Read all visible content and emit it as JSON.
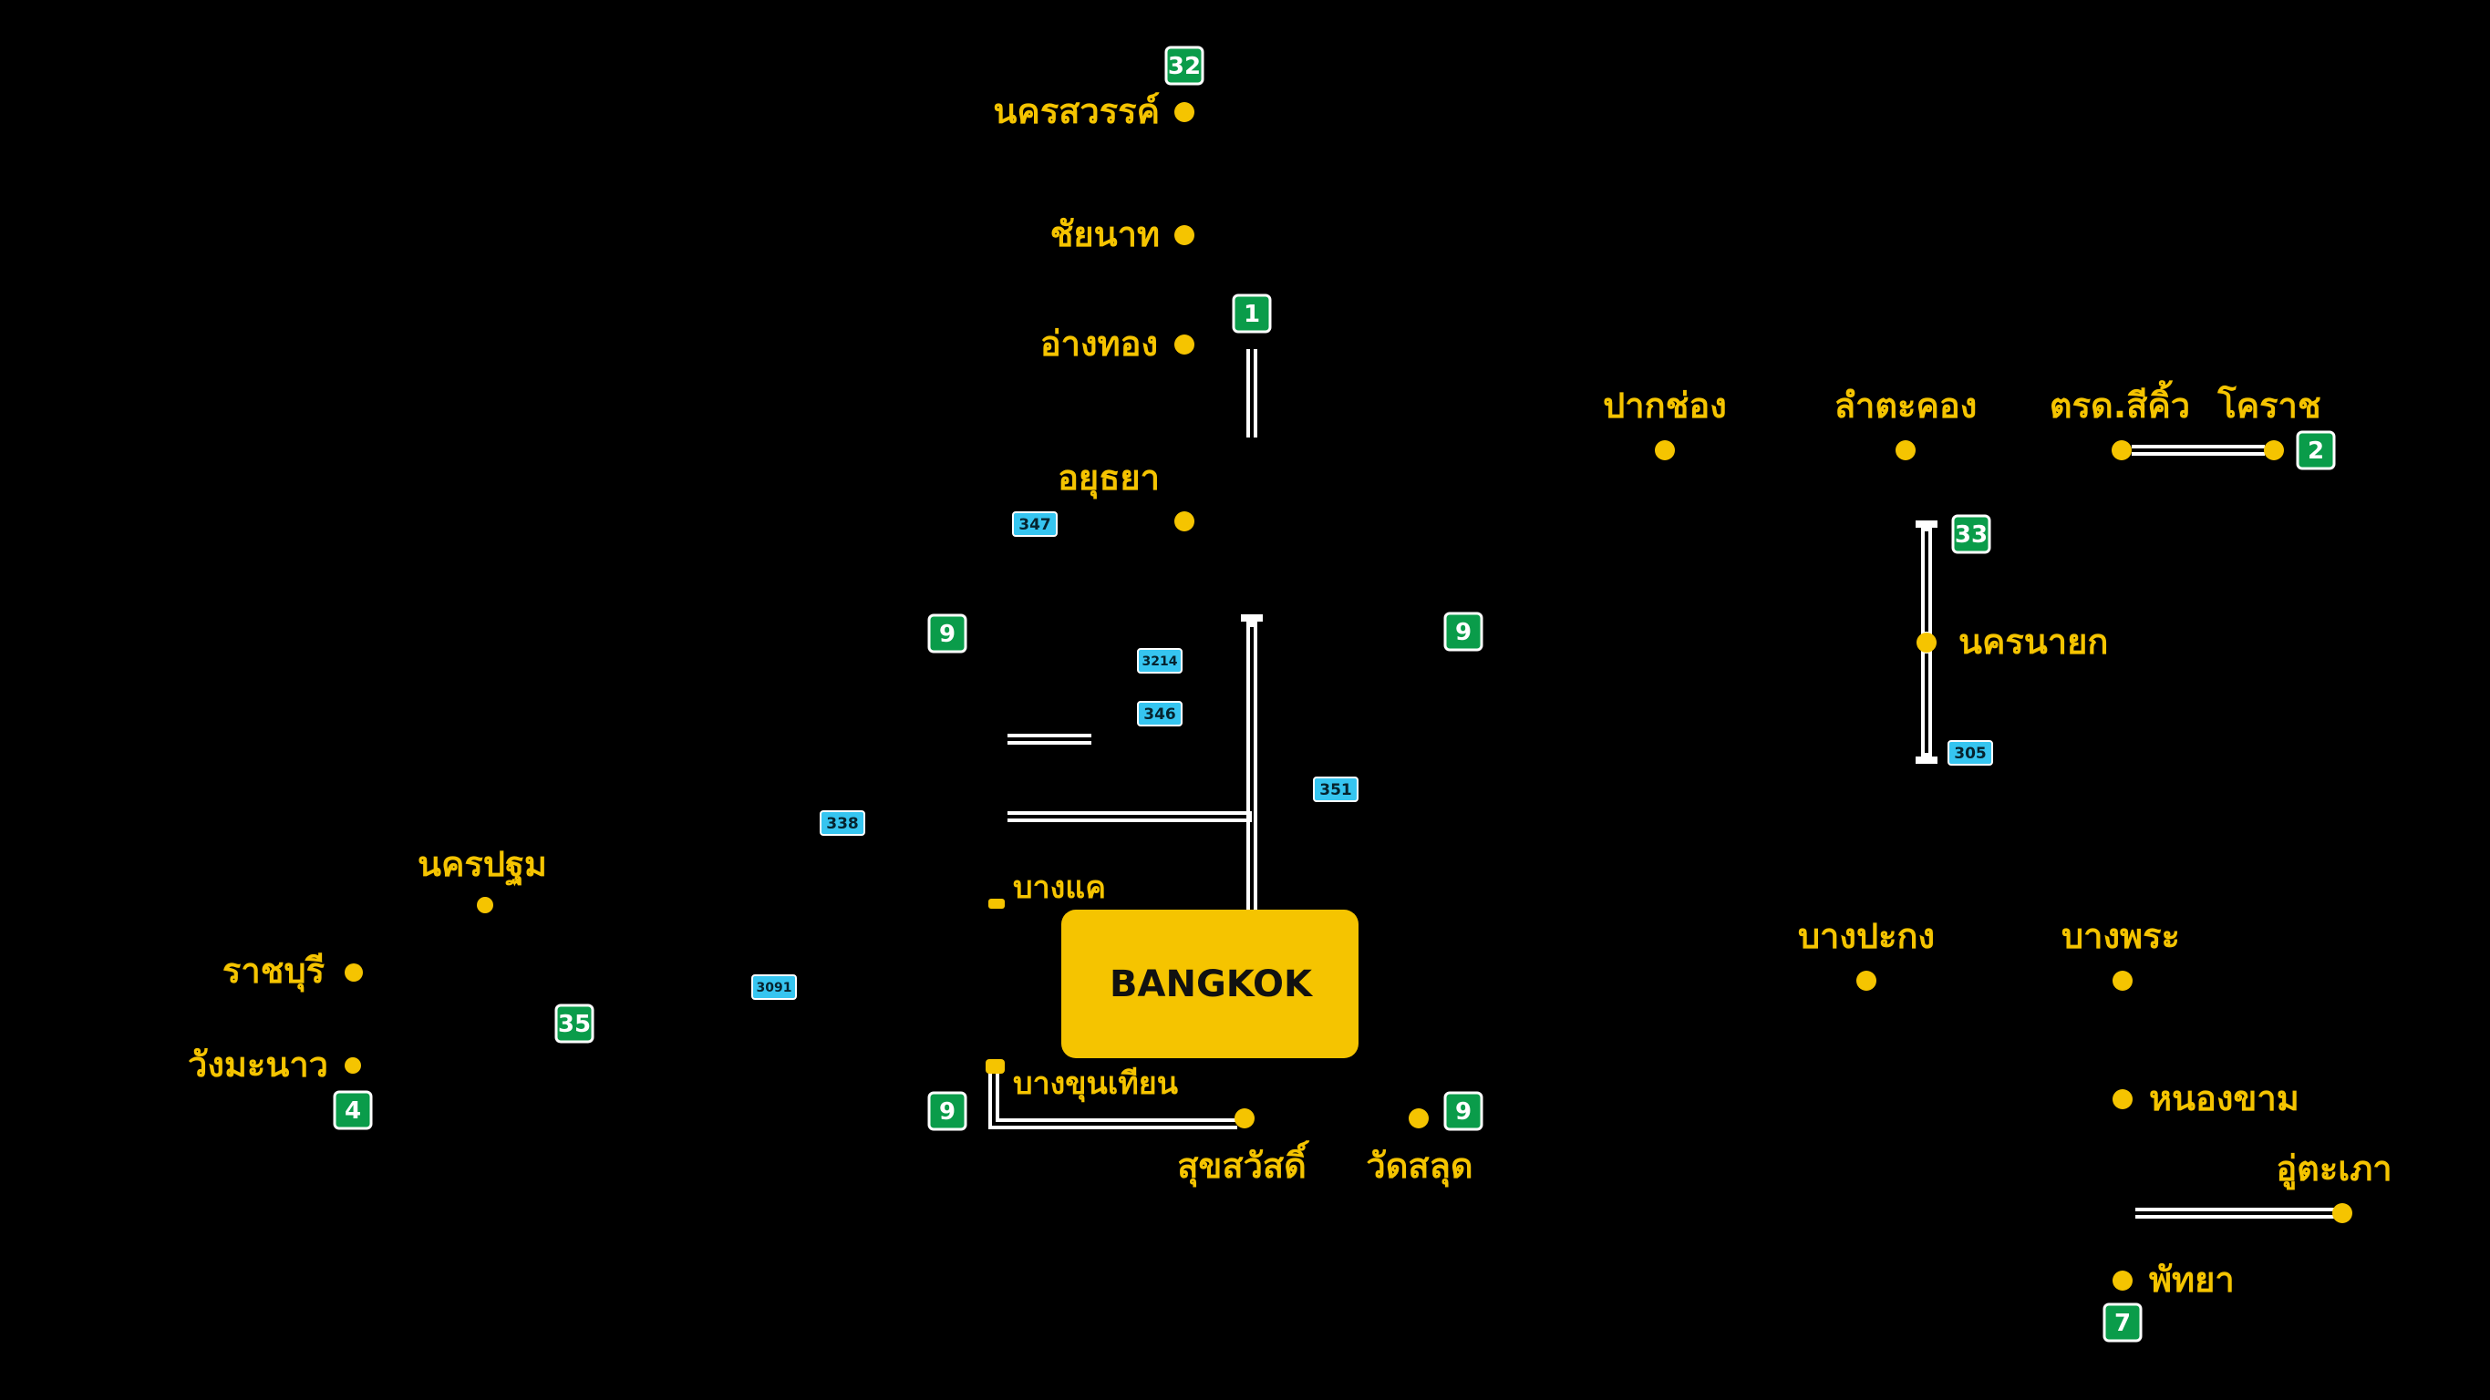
{
  "colors": {
    "background": "#000000",
    "city": "#f5c400",
    "highway_shield": "#0a9c4a",
    "rural_shield": "#36c5f0",
    "road": "#ffffff"
  },
  "center": {
    "label": "BANGKOK"
  },
  "cities": {
    "nakhon_sawan": "นครสวรรค์",
    "chai_nat": "ชัยนาท",
    "ang_thong": "อ่างทอง",
    "ayutthaya": "อยุธยา",
    "pak_chong": "ปากช่อง",
    "lam_takhong": "ลำตะคอง",
    "sikhio": "ตรด.สีคิ้ว",
    "korat": "โคราช",
    "nakhon_nayok": "นครนายก",
    "nakhon_pathom": "นครปฐม",
    "ratchaburi": "ราชบุรี",
    "wang_manao": "วังมะนาว",
    "bang_khae": "บางแค",
    "bang_khun_thian": "บางขุนเทียน",
    "suk_sawat": "สุขสวัสดิ์",
    "wat_salut": "วัดสลุด",
    "bang_pakong": "บางปะกง",
    "bang_phra": "บางพระ",
    "nong_kham": "หนองขาม",
    "u_tapao": "อู่ตะเภา",
    "pattaya": "พัทยา"
  },
  "highways": {
    "h32": "32",
    "h1": "1",
    "h2": "2",
    "h33": "33",
    "h9_nw": "9",
    "h9_ne": "9",
    "h9_sw": "9",
    "h9_se": "9",
    "h35": "35",
    "h4": "4",
    "h7": "7"
  },
  "rural_roads": {
    "r347": "347",
    "r3214": "3214",
    "r346": "346",
    "r351": "351",
    "r338": "338",
    "r3091": "3091",
    "r305": "305"
  }
}
